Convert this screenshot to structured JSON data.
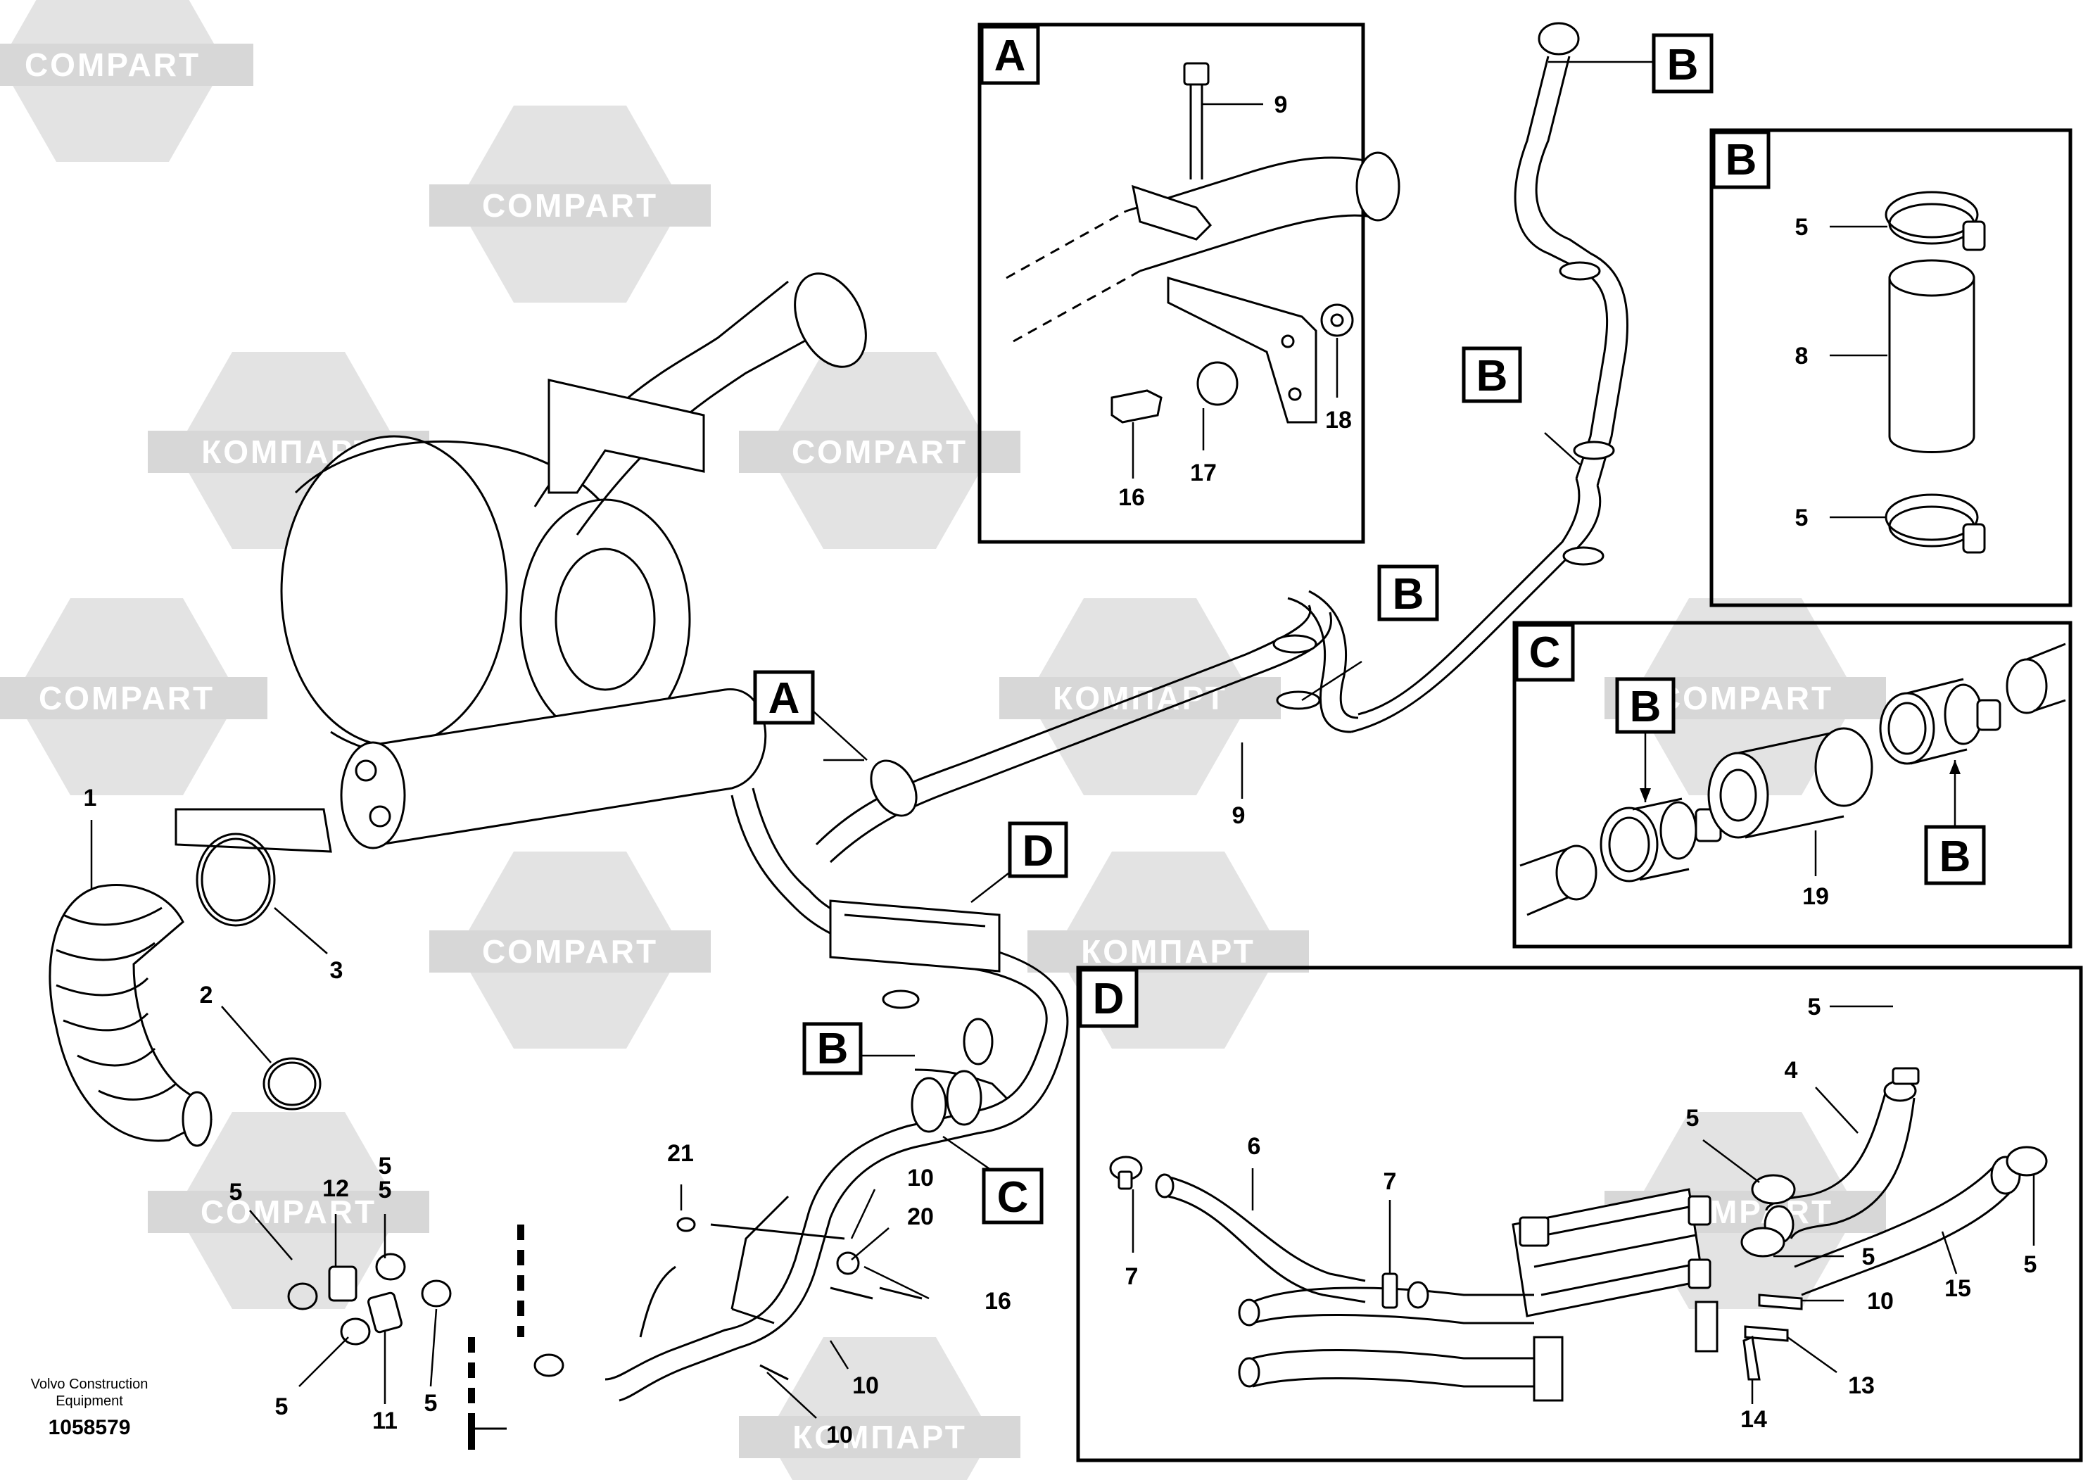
{
  "watermark": {
    "text_latin": "COMPART",
    "text_cyrillic": "КОМПАРТ"
  },
  "detail_views": {
    "A": {
      "title": "A",
      "callouts": [
        "9",
        "16",
        "17",
        "18"
      ]
    },
    "B": {
      "title": "B",
      "callouts": [
        "5",
        "8",
        "5"
      ]
    },
    "C": {
      "title": "C",
      "callouts": [
        "19"
      ],
      "refs": [
        "B",
        "B"
      ]
    },
    "D": {
      "title": "D",
      "callouts": [
        "5",
        "4",
        "5",
        "6",
        "7",
        "7",
        "5",
        "15",
        "5",
        "10",
        "13",
        "14"
      ]
    }
  },
  "main_view": {
    "refs": [
      "A",
      "B",
      "B",
      "B",
      "B",
      "C",
      "D"
    ],
    "callouts": [
      "1",
      "2",
      "3",
      "9",
      "21",
      "10",
      "20",
      "16",
      "12",
      "5",
      "5",
      "5",
      "5",
      "5",
      "11",
      "10",
      "10"
    ]
  },
  "footer": {
    "maker_line1": "Volvo Construction",
    "maker_line2": "Equipment",
    "drawing_number": "1058579"
  }
}
